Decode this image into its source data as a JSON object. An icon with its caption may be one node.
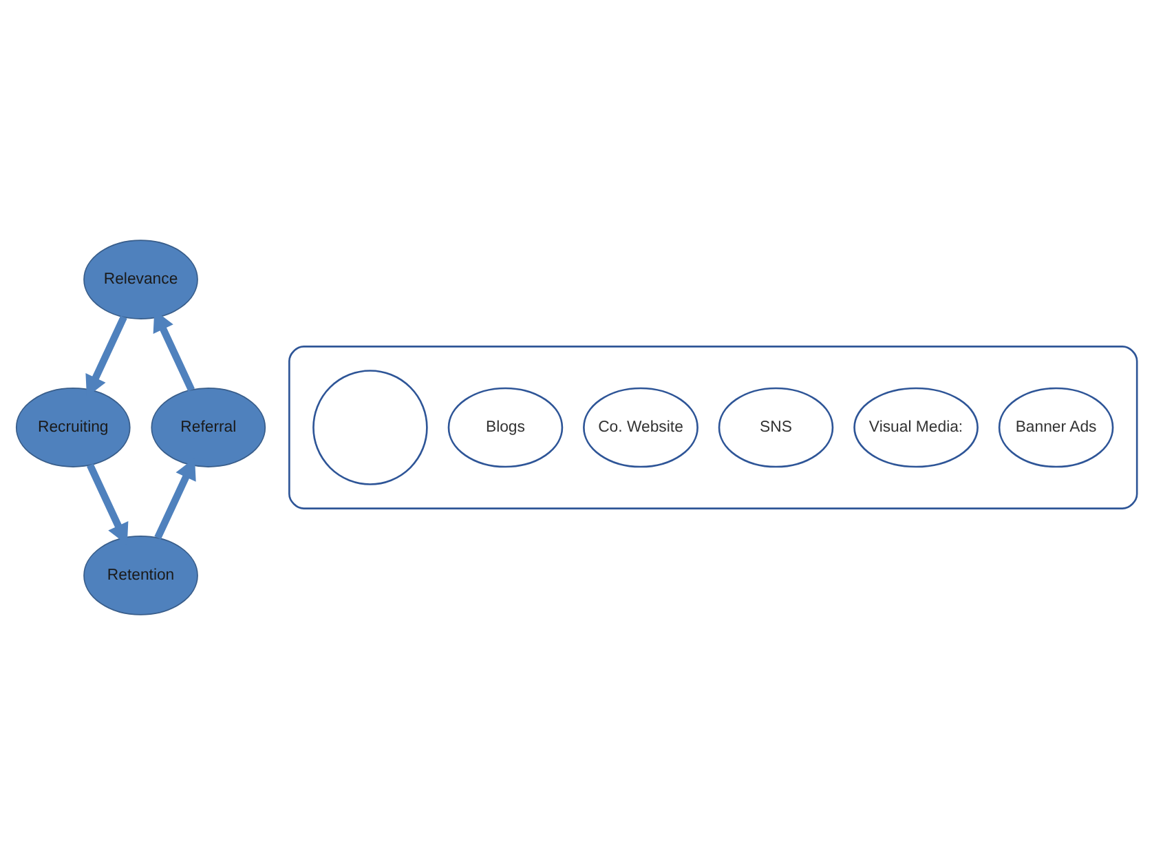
{
  "diagram": {
    "nodes": [
      {
        "text": [
          "Relevance"
        ]
      },
      {
        "text": [],
        "shape": "ellipse"
      },
      {
        "text": [
          "Banner Ads"
        ],
        "in": 1
      },
      {
        "text": [
          "Visual Media:"
        ],
        "in": 1
      },
      {
        "text": [
          "Referral"
        ]
      },
      {
        "text": [
          "Recruiting"
        ]
      },
      {
        "text": [
          "SNS"
        ],
        "in": 1
      },
      {
        "text": [
          "Co. Website"
        ],
        "in": 1
      },
      {
        "text": [
          "Blogs"
        ],
        "in": 1
      },
      {
        "text": [],
        "shape": "circle",
        "in": 1
      },
      {
        "text": [
          "Retention"
        ]
      }
    ],
    "edges": [
      {
        "from": 0,
        "to": 5,
        "arrow": "to"
      },
      {
        "from": 5,
        "to": 10,
        "arrow": "to"
      },
      {
        "from": 10,
        "to": 4,
        "arrow": "to"
      },
      {
        "from": 4,
        "to": 0,
        "arrow": "to"
      }
    ]
  }
}
